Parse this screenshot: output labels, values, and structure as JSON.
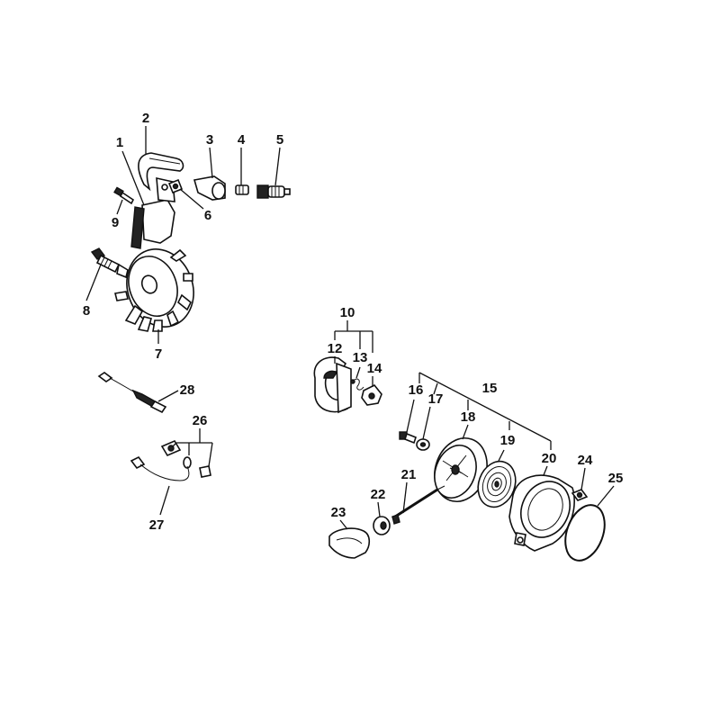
{
  "part_labels": {
    "p1": "1",
    "p2": "2",
    "p3": "3",
    "p4": "4",
    "p5": "5",
    "p6": "6",
    "p7": "7",
    "p8": "8",
    "p9": "9",
    "p10": "10",
    "p12": "12",
    "p13": "13",
    "p14": "14",
    "p15": "15",
    "p16": "16",
    "p17": "17",
    "p18": "18",
    "p19": "19",
    "p20": "20",
    "p21": "21",
    "p22": "22",
    "p23": "23",
    "p24": "24",
    "p25": "25",
    "p26": "26",
    "p27": "27",
    "p28": "28"
  },
  "colors": {
    "ink": "#111111",
    "background": "#ffffff"
  }
}
